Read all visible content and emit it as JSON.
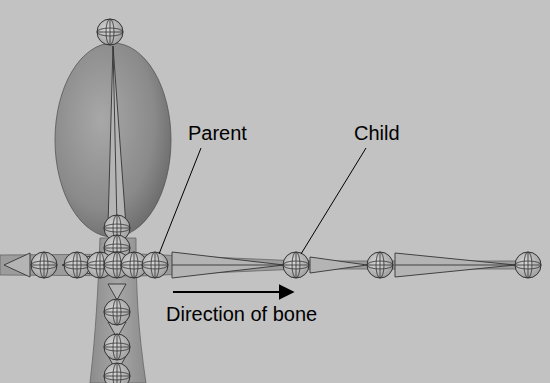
{
  "diagram": {
    "labels": [
      "Parent",
      "Child",
      "Direction of bone"
    ]
  }
}
